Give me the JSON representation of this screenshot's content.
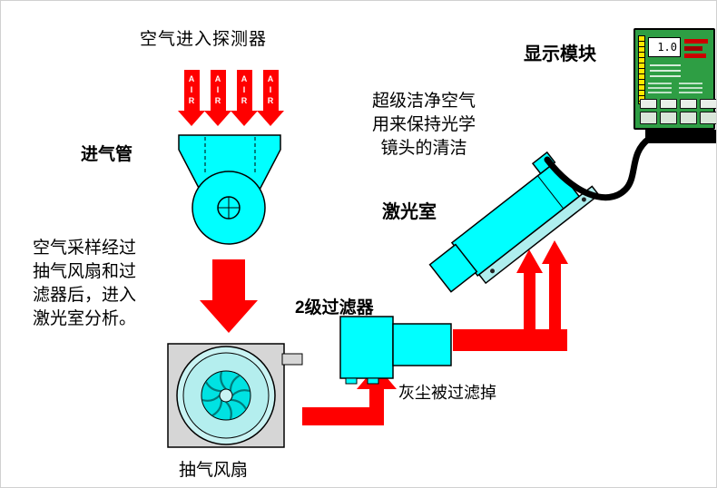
{
  "labels": {
    "air_in": "空气进入探测器",
    "air": "AIR",
    "intake": "进气管",
    "sampling": [
      "空气采样经过",
      "抽气风扇和过",
      "滤器后，进入",
      "激光室分析。"
    ],
    "fan": "抽气风扇",
    "filter": "2级过滤器",
    "dust": "灰尘被过滤掉",
    "laser": "激光室",
    "clean_air": [
      "超级洁净空气",
      "用来保持光学",
      "镜头的清洁"
    ],
    "display_module": "显示模块"
  },
  "device": {
    "display_value": "1.0"
  },
  "colors": {
    "shape_cyan": "#00ffff",
    "shape_cyan_light": "#b4eeee",
    "arrow_red": "#ff0000",
    "device_green": "#2e9e44",
    "scale_yellow": "#ffe800",
    "fan_box_grey": "#d6d6d6"
  }
}
